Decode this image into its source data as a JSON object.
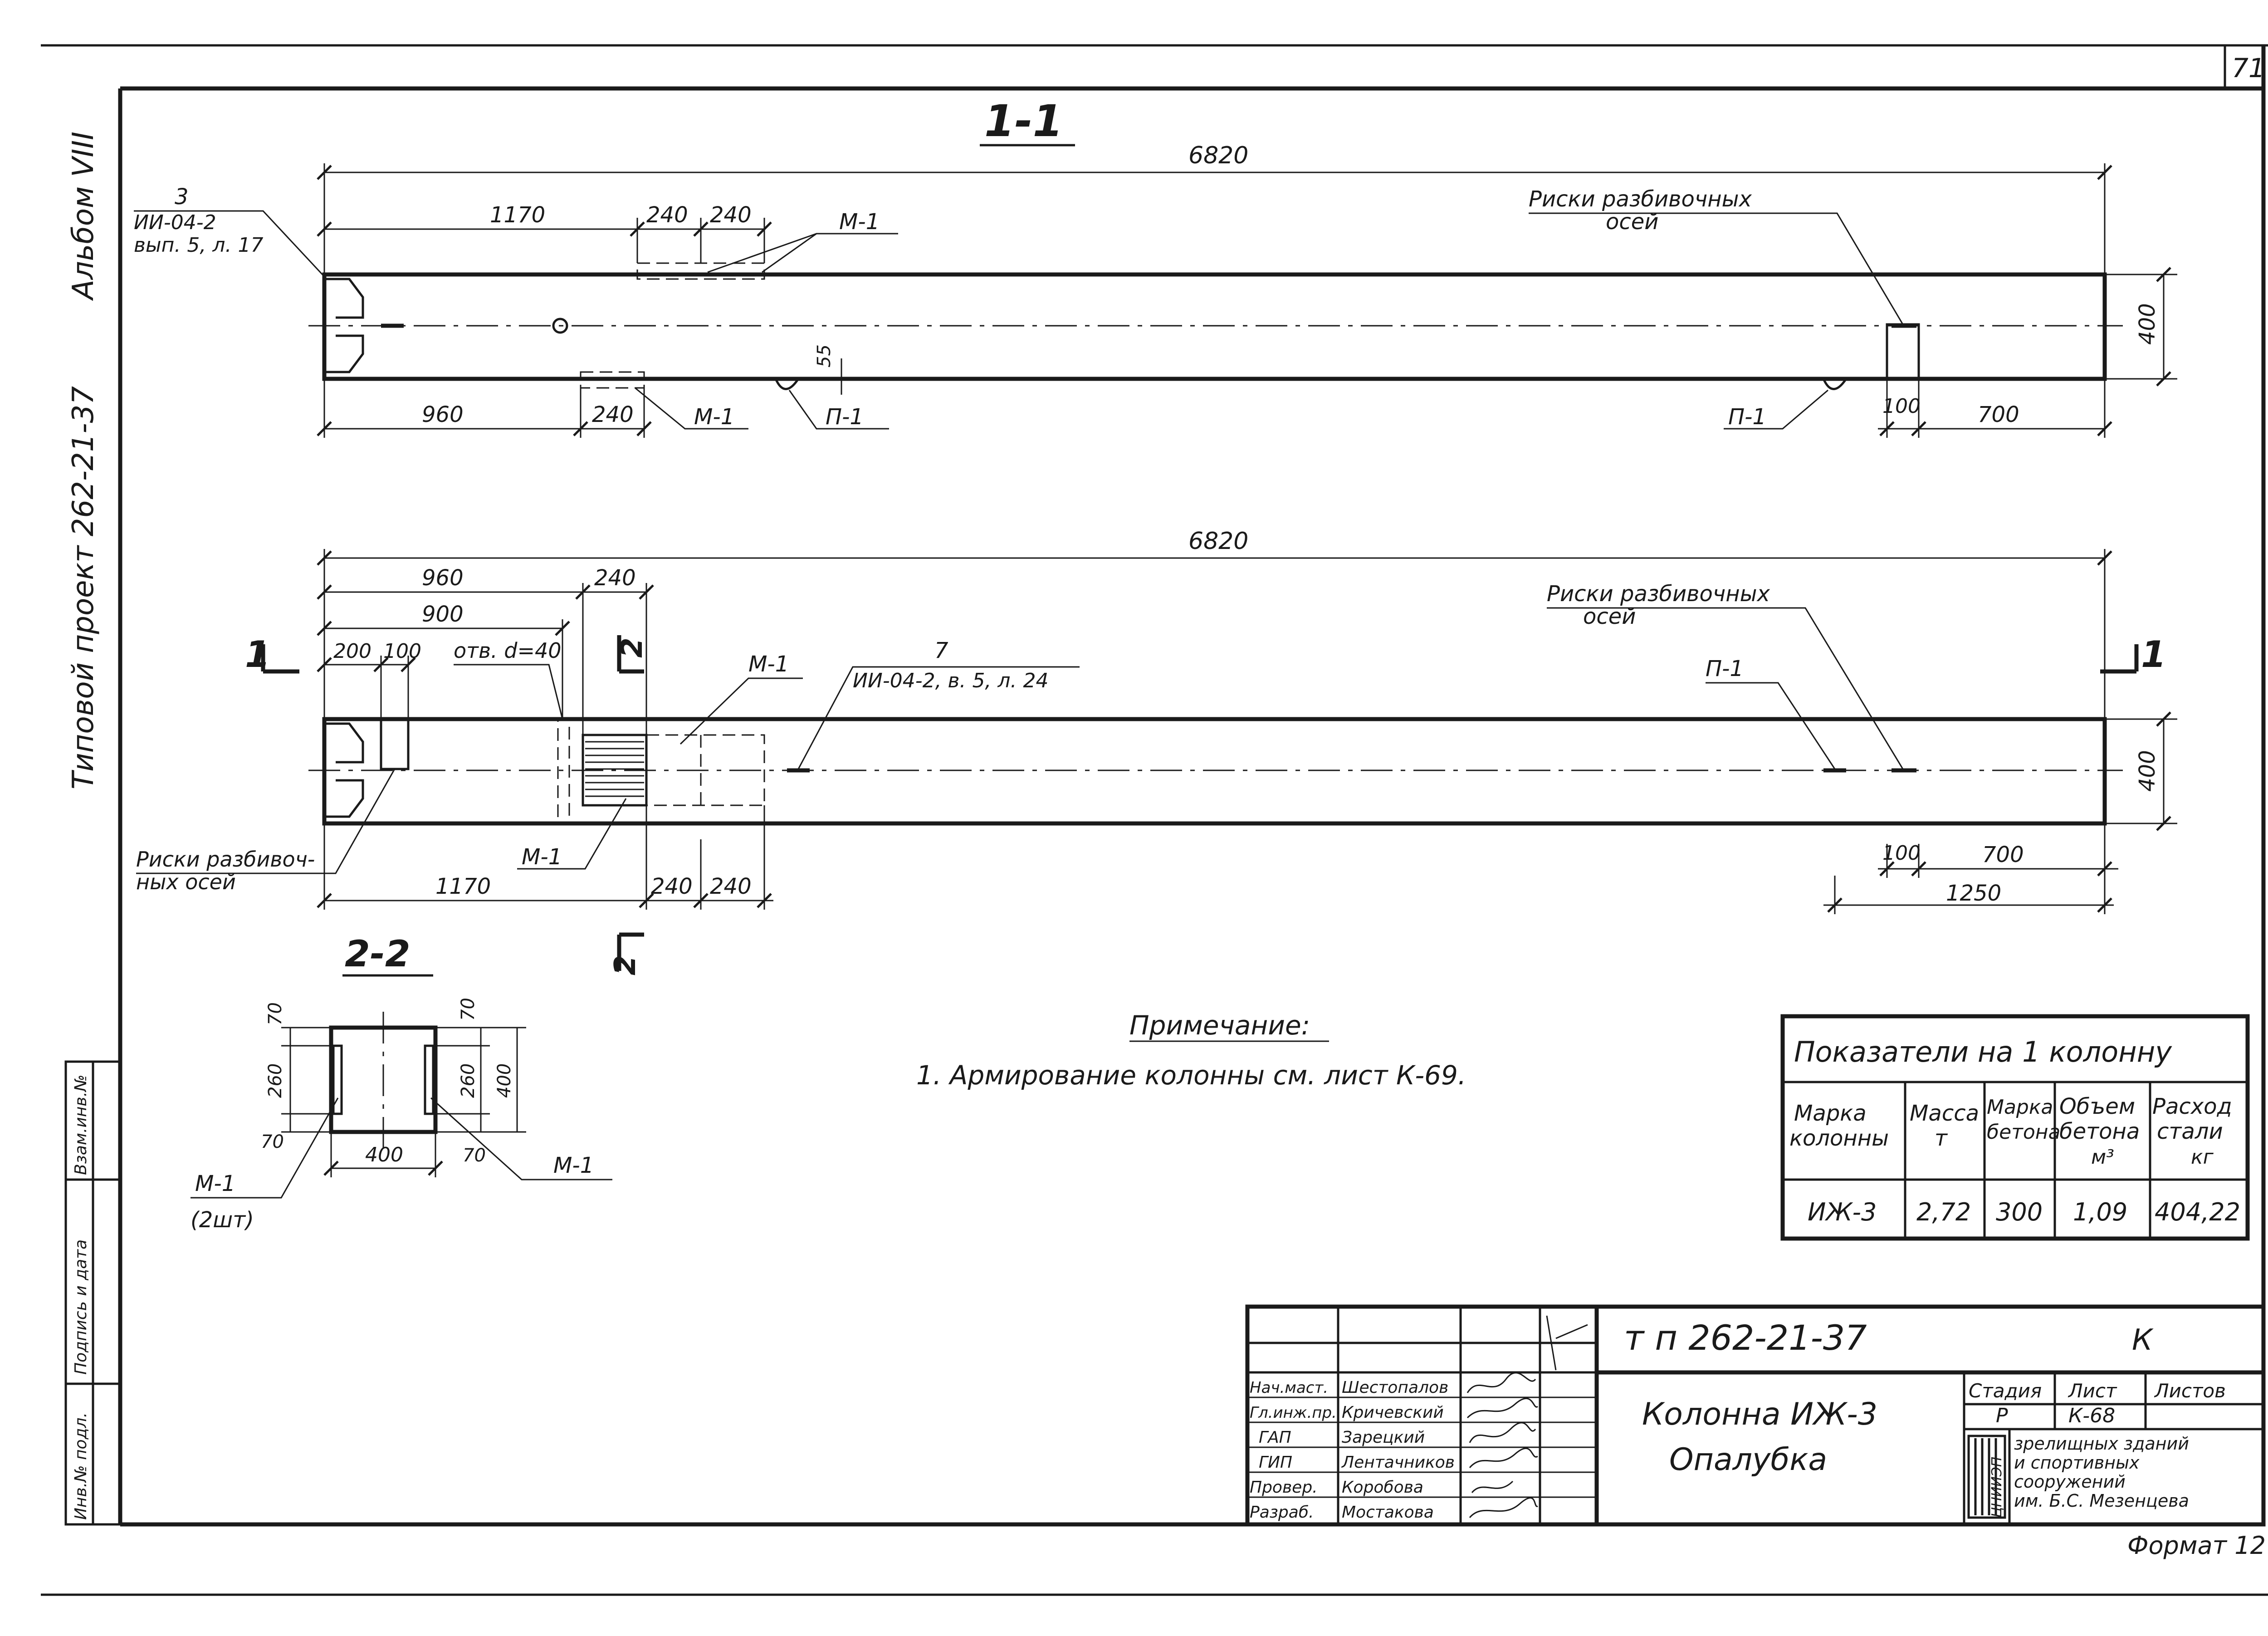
{
  "sheet": {
    "page_number": "71",
    "album_side_label": "Альбом VIII",
    "project_side_label": "Типовой проект 262-21-37",
    "format_label": "Формат 12"
  },
  "section_1_1": {
    "title": "1-1",
    "overall_dim": "6820",
    "dim_1170": "1170",
    "dim_240a": "240",
    "dim_240b": "240",
    "dim_960": "960",
    "dim_240c": "240",
    "dim_400": "400",
    "dim_100": "100",
    "dim_700": "700",
    "dim_55": "55",
    "ref_num": "3",
    "ref_line1": "ИИ-04-2",
    "ref_line2": "вып. 5, л. 17",
    "label_m1_top": "М-1",
    "label_m1_bottom": "М-1",
    "label_p1_left": "П-1",
    "label_p1_right": "П-1",
    "axis_marks_line1": "Риски разбивочных",
    "axis_marks_line2": "осей"
  },
  "plan_view": {
    "overall_dim": "6820",
    "dim_960": "960",
    "dim_240": "240",
    "dim_900": "900",
    "dim_200": "200",
    "dim_100": "100",
    "hole_label": "отв. d=40",
    "cut_1_left": "1",
    "cut_1_right": "1",
    "cut_2_top": "2",
    "cut_2_bottom": "2",
    "label_m1_top": "М-1",
    "label_m1_bottom": "М-1",
    "ref_num": "7",
    "ref_text": "ИИ-04-2, в. 5, л. 24",
    "label_p1": "П-1",
    "axis_marks_right_line1": "Риски разбивочных",
    "axis_marks_right_line2": "осей",
    "axis_marks_left_line1": "Риски разбивоч-",
    "axis_marks_left_line2": "ных осей",
    "dim_400": "400",
    "dim_1170": "1170",
    "dim_240a": "240",
    "dim_240b": "240",
    "dim_100b": "100",
    "dim_700": "700",
    "dim_1250": "1250"
  },
  "section_2_2": {
    "title": "2-2",
    "dim_70_top_l": "70",
    "dim_260_l": "260",
    "dim_70_bot_l": "70",
    "dim_70_top_r": "70",
    "dim_260_r": "260",
    "dim_70_bot_r": "70",
    "dim_400_r": "400",
    "dim_400_bottom": "400",
    "label_m1_left": "М-1",
    "label_m1_count": "(2шт)",
    "label_m1_right": "М-1"
  },
  "note": {
    "title": "Примечание:",
    "text": "1. Армирование колонны см. лист К-69."
  },
  "indicators": {
    "title": "Показатели на 1 колонну",
    "headers": [
      [
        "Марка",
        "колонны"
      ],
      [
        "Масса",
        "т"
      ],
      [
        "Марка",
        "бетона"
      ],
      [
        "Объем",
        "бетона",
        "м³"
      ],
      [
        "Расход",
        "стали",
        "кг"
      ]
    ],
    "row": [
      "ИЖ-3",
      "2,72",
      "300",
      "1,09",
      "404,22"
    ]
  },
  "title_block": {
    "code": "т п 262-21-37",
    "letter": "К",
    "name_line1": "Колонна ИЖ-3",
    "name_line2": "Опалубка",
    "stage_header": "Стадия",
    "sheet_header": "Лист",
    "sheets_header": "Листов",
    "stage_value": "Р",
    "sheet_value": "К-68",
    "sheets_value": "",
    "org_logo": "ЦНИИЭП",
    "org_line1": "зрелищных зданий",
    "org_line2": "и спортивных",
    "org_line3": "сооружений",
    "org_line4": "им. Б.С. Мезенцева",
    "people": [
      {
        "role": "Нач.маст.",
        "name": "Шестопалов"
      },
      {
        "role": "Гл.инж.пр.",
        "name": "Кричевский"
      },
      {
        "role": "ГАП",
        "name": "Зарецкий"
      },
      {
        "role": "ГИП",
        "name": "Лентачников"
      },
      {
        "role": "Провер.",
        "name": "Коробова"
      },
      {
        "role": "Разраб.",
        "name": "Мостакова"
      }
    ]
  },
  "side_stamp": {
    "col1": "Инв.№ подл.",
    "col2": "Подпись и дата",
    "col3": "Взам.инв.№"
  }
}
